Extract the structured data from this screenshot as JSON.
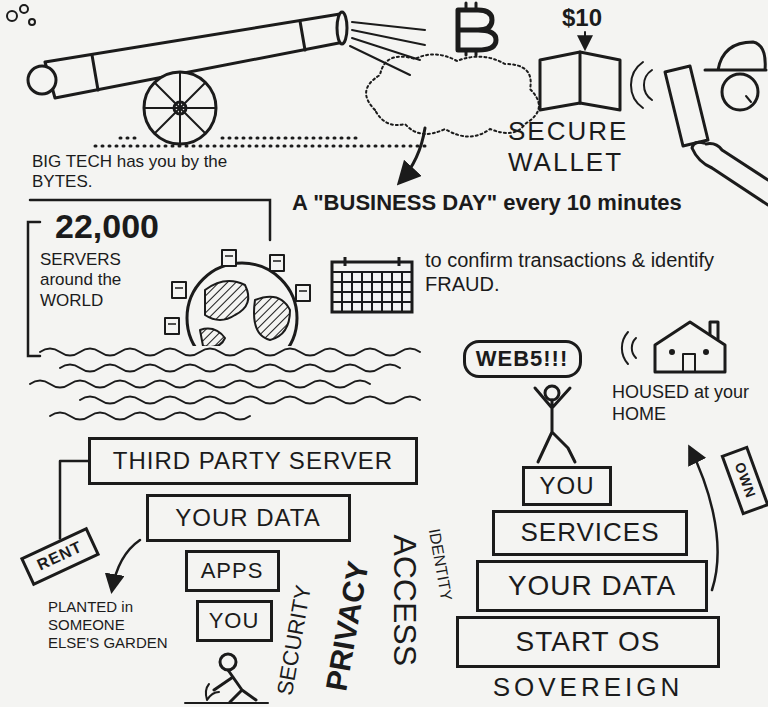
{
  "diagram": {
    "nodes": [
      {
        "text": [
          "WEB5!!!"
        ]
      },
      {
        "text": [
          "OWN"
        ]
      },
      {
        "text": [
          "THIRD PARTY SERVER"
        ]
      },
      {
        "text": [
          "YOUR DATA"
        ]
      },
      {
        "text": [
          "APPS"
        ]
      },
      {
        "text": [
          "YOU"
        ]
      },
      {
        "text": [
          "RENT"
        ]
      },
      {
        "text": [
          "YOU"
        ]
      },
      {
        "text": [
          "SERVICES"
        ]
      },
      {
        "text": [
          "YOUR DATA"
        ]
      },
      {
        "text": [
          "START OS"
        ]
      }
    ],
    "edges": [
      {
        "from": 6,
        "to": 2,
        "arrow": "none"
      }
    ],
    "labels": [
      "$10",
      "SECURE WALLET",
      "BIG TECH has you by the BYTES.",
      "A \"BUSINESS DAY\" every 10 minutes",
      "to confirm transactions & identify FRAUD.",
      "22,000",
      "SERVERS around the WORLD",
      "HOUSED at your HOME",
      "PLANTED in SOMEONE ELSE'S GARDEN",
      "SECURITY",
      "PRIVACY",
      "ACCESS",
      "IDENTITY",
      "SOVEREIGN"
    ]
  }
}
